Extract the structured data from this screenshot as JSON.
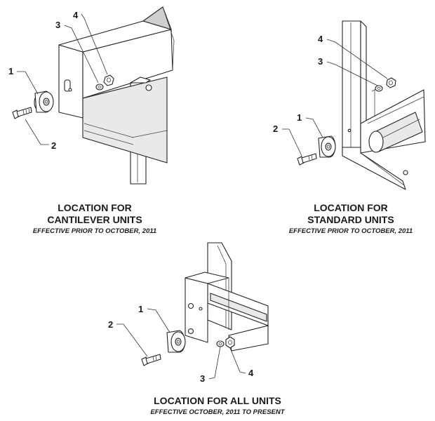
{
  "views": [
    {
      "caption_lines": [
        "LOCATION FOR",
        "CANTILEVER UNITS"
      ],
      "effective": "EFFECTIVE PRIOR TO OCTOBER, 2011",
      "callouts": [
        "1",
        "2",
        "3",
        "4"
      ]
    },
    {
      "caption_lines": [
        "LOCATION FOR",
        "STANDARD UNITS"
      ],
      "effective": "EFFECTIVE PRIOR TO OCTOBER, 2011",
      "callouts": [
        "1",
        "2",
        "3",
        "4"
      ]
    },
    {
      "caption_lines": [
        "LOCATION FOR ALL UNITS"
      ],
      "effective": "EFFECTIVE OCTOBER, 2011 TO PRESENT",
      "callouts": [
        "1",
        "2",
        "3",
        "4"
      ]
    }
  ],
  "icons": [
    "roller-wheel-icon",
    "bolt-icon",
    "washer-icon",
    "nut-icon"
  ]
}
